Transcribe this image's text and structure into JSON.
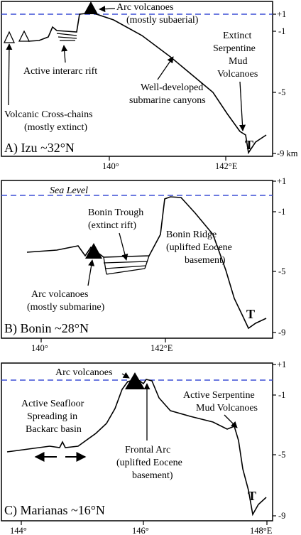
{
  "panels": [
    {
      "title": "A) Izu ~32°N",
      "x_ticks": [
        "140°",
        "142°E"
      ],
      "depth_ticks": [
        "+1",
        "-1",
        "-5",
        "-9 km"
      ],
      "trench_symbol": "T",
      "annotations": {
        "arc_volcanoes": [
          "Arc volcanoes",
          "(mostly subaerial)"
        ],
        "interarc_rift": [
          "Active interarc rift"
        ],
        "canyons": [
          "Well-developed",
          "submarine canyons"
        ],
        "mud_volcanoes": [
          "Extinct",
          "Serpentine",
          "Mud",
          "Volcanoes"
        ],
        "cross_chains": [
          "Volcanic Cross-chains",
          "(mostly extinct)"
        ]
      }
    },
    {
      "title": "B) Bonin ~28°N",
      "x_ticks": [
        "140°",
        "142°E"
      ],
      "depth_ticks": [
        "+1",
        "-1",
        "-5",
        "-9"
      ],
      "trench_symbol": "T",
      "annotations": {
        "sea_level": "Sea Level",
        "bonin_trough": [
          "Bonin Trough",
          "(extinct rift)"
        ],
        "bonin_ridge": [
          "Bonin Ridge",
          "(uplifted Eocene",
          "basement)"
        ],
        "arc_volcanoes": [
          "Arc volcanoes",
          "(mostly submarine)"
        ]
      }
    },
    {
      "title": "C) Marianas ~16°N",
      "x_ticks": [
        "144°",
        "146°",
        "148°E"
      ],
      "depth_ticks": [
        "+1",
        "-1",
        "-5",
        "-9"
      ],
      "trench_symbol": "T",
      "annotations": {
        "arc_volcanoes": [
          "Arc volcanoes"
        ],
        "backarc": [
          "Active Seafloor",
          "Spreading in",
          "Backarc basin"
        ],
        "mud_volcanoes": [
          "Active Serpentine",
          "Mud Volcanoes"
        ],
        "frontal_arc": [
          "Frontal Arc",
          "(uplifted Eocene",
          "basement)"
        ]
      }
    }
  ],
  "colors": {
    "sea_level": "#3b4fd6",
    "ink": "#000000"
  }
}
